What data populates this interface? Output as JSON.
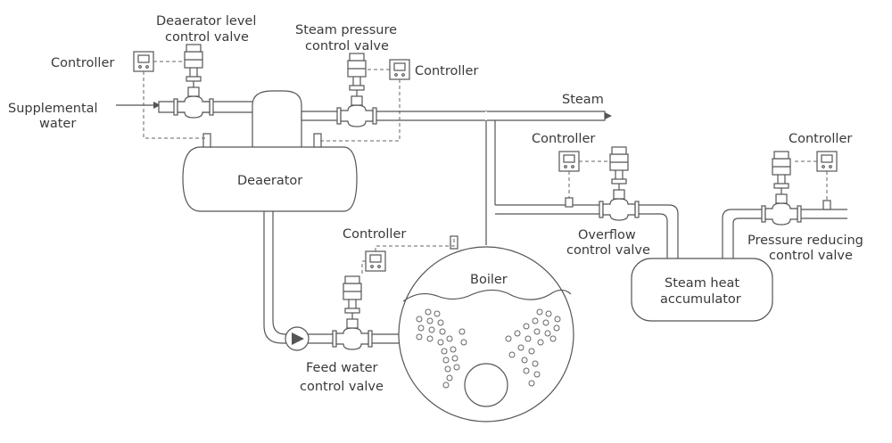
{
  "labels": {
    "deaerator_valve_line1": "Deaerator level",
    "deaerator_valve_line2": "control valve",
    "steam_valve_line1": "Steam pressure",
    "steam_valve_line2": "control valve",
    "controller_1": "Controller",
    "controller_2": "Controller",
    "controller_3": "Controller",
    "controller_4": "Controller",
    "controller_5": "Controller",
    "supplemental_line1": "Supplemental",
    "supplemental_line2": "water",
    "steam": "Steam",
    "deaerator": "Deaerator",
    "boiler": "Boiler",
    "overflow_line1": "Overflow",
    "overflow_line2": "control valve",
    "pressure_reducing_line1": "Pressure reducing",
    "pressure_reducing_line2": "control valve",
    "accumulator_line1": "Steam heat",
    "accumulator_line2": "accumulator",
    "feed_line1": "Feed water",
    "feed_line2": "control valve"
  },
  "colors": {
    "stroke": "#555555",
    "text": "#3a3a3a",
    "background": "#ffffff"
  }
}
